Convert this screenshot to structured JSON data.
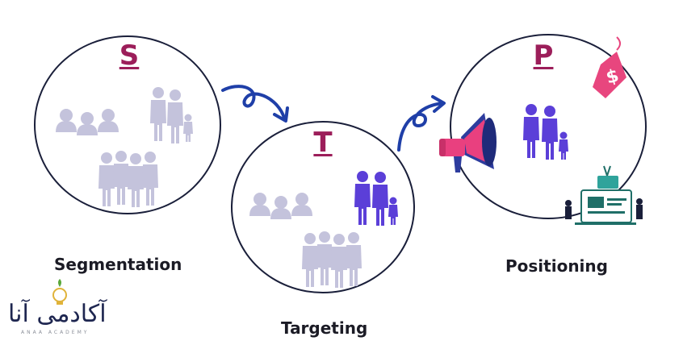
{
  "stages": {
    "segmentation": {
      "letter": "S",
      "caption": "Segmentation"
    },
    "targeting": {
      "letter": "T",
      "caption": "Targeting"
    },
    "positioning": {
      "letter": "P",
      "caption": "Positioning"
    }
  },
  "logo": {
    "name": "آکادمی آنا",
    "subtitle": "ANAA ACADEMY"
  },
  "colors": {
    "outline": "#1a1f3a",
    "letter": "#9c1e5a",
    "grey_people": "#c4c3dc",
    "purple_people": "#5b3fd8",
    "arrow": "#1f3fa8",
    "megaphone_pink": "#e9407f",
    "megaphone_blue": "#2d3c9e",
    "price_tag": "#e8467e"
  }
}
